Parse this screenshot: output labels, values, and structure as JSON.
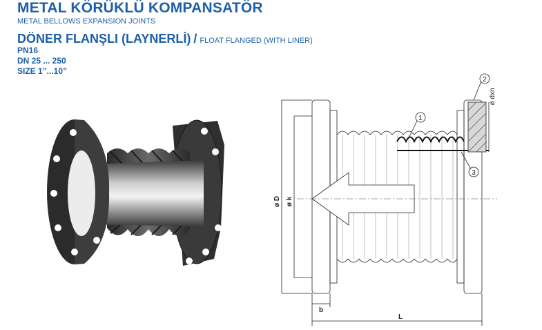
{
  "header": {
    "title": "METAL KÖRÜKLÜ KOMPANSATÖR",
    "subtitle": "METAL BELLOWS EXPANSION JOINTS",
    "product_tr": "DÖNER FLANŞLI (LAYNERLİ)",
    "slash": "/",
    "product_en": "FLOAT FLANGED (WITH LINER)"
  },
  "specs": [
    "PN16",
    "DN 25 ... 250",
    "SIZE 1”...10”"
  ],
  "drawing": {
    "dim_D": "ø D",
    "dim_k": "ø k",
    "dim_dxn": "ø dxn",
    "dim_b": "b",
    "dim_L": "L",
    "callouts": [
      "1",
      "2",
      "3"
    ]
  },
  "colors": {
    "brand_blue": "#1d5fa8",
    "product_dark": "#2b2b2b"
  }
}
